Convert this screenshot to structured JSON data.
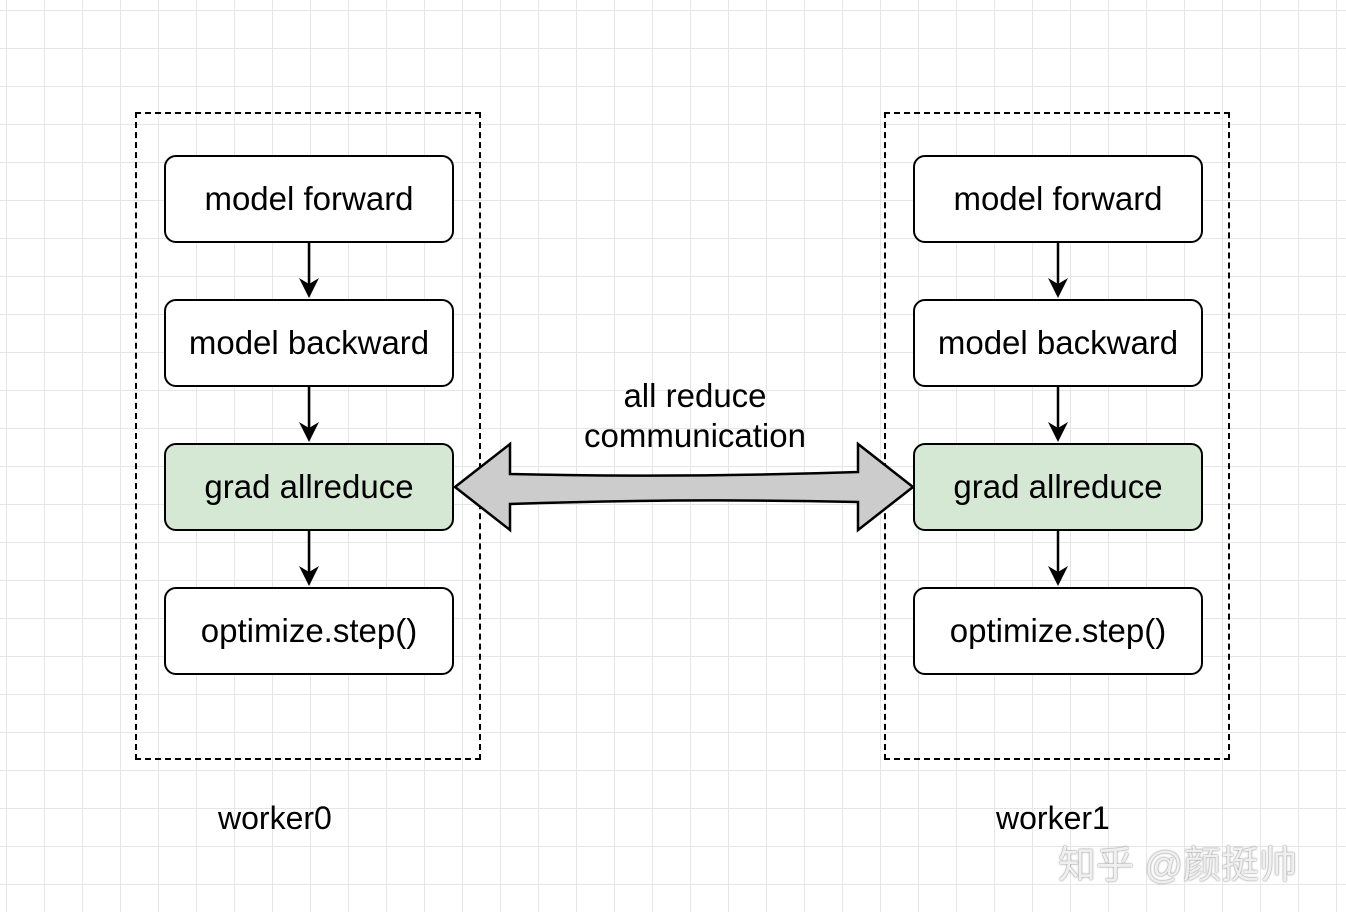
{
  "workers": [
    {
      "label": "worker0",
      "steps": [
        "model forward",
        "model backward",
        "grad allreduce",
        "optimize.step()"
      ]
    },
    {
      "label": "worker1",
      "steps": [
        "model forward",
        "model backward",
        "grad allreduce",
        "optimize.step()"
      ]
    }
  ],
  "communication": {
    "line1": "all reduce",
    "line2": "communication"
  },
  "colors": {
    "highlight_fill": "#d5e8d4",
    "arrow_fill": "#cccccc",
    "stroke": "#000000"
  },
  "watermark": "知乎 @颜挺帅"
}
